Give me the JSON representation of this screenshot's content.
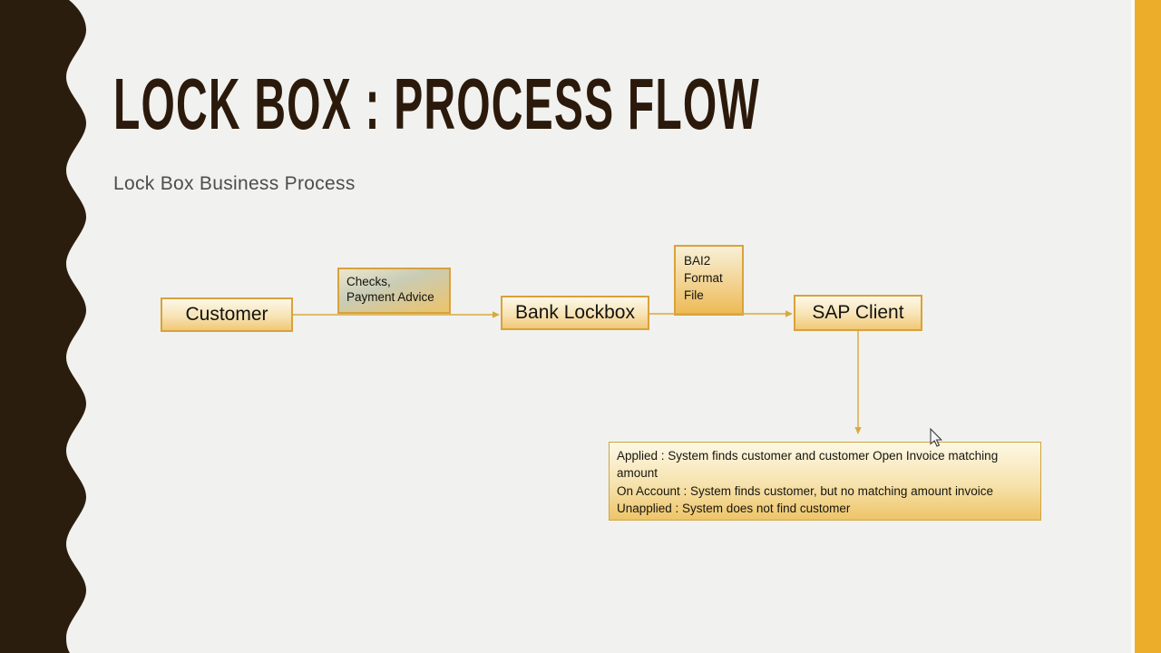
{
  "slide": {
    "title": "LOCK BOX : PROCESS FLOW",
    "subtitle": "Lock Box Business Process"
  },
  "flow": {
    "customer": {
      "label": "Customer"
    },
    "checks": {
      "line1": "Checks,",
      "line2": "Payment Advice"
    },
    "bank": {
      "label": "Bank Lockbox"
    },
    "bai2": {
      "line1": "BAI2",
      "line2": "Format",
      "line3": "File"
    },
    "sap": {
      "label": "SAP Client"
    }
  },
  "note": {
    "lines": [
      "Applied : System finds customer and customer Open Invoice matching",
      "amount",
      "On Account : System finds customer, but no matching amount invoice",
      "Unapplied : System does not find customer"
    ]
  },
  "colors": {
    "slide_background": "#f1f1ef",
    "sidebar_brown": "#2b1d0d",
    "right_accent_orange": "#ecae2a",
    "box_border_gold": "#d9a23a",
    "box_gradient_top": "#fdf8e9",
    "box_gradient_bottom": "#f1c876",
    "connector_gold": "#d9a93c",
    "title_brown": "#2b1a0b",
    "subtitle_gray": "#4e4d4a"
  }
}
